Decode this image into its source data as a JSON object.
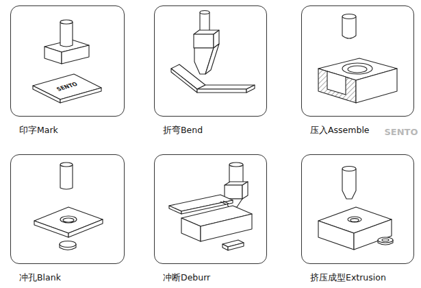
{
  "diagram": {
    "nodes": [
      {
        "text": [
          "印字Mark"
        ]
      },
      {
        "text": [
          "折弯Bend"
        ]
      },
      {
        "text": [
          "压入Assemble"
        ]
      },
      {
        "text": [
          "冲孔Blank"
        ]
      },
      {
        "text": [
          "冲断Deburr"
        ]
      },
      {
        "text": [
          "挤压成型Extrusion"
        ]
      }
    ],
    "labels": [
      "SENTO",
      "SENTO"
    ]
  }
}
